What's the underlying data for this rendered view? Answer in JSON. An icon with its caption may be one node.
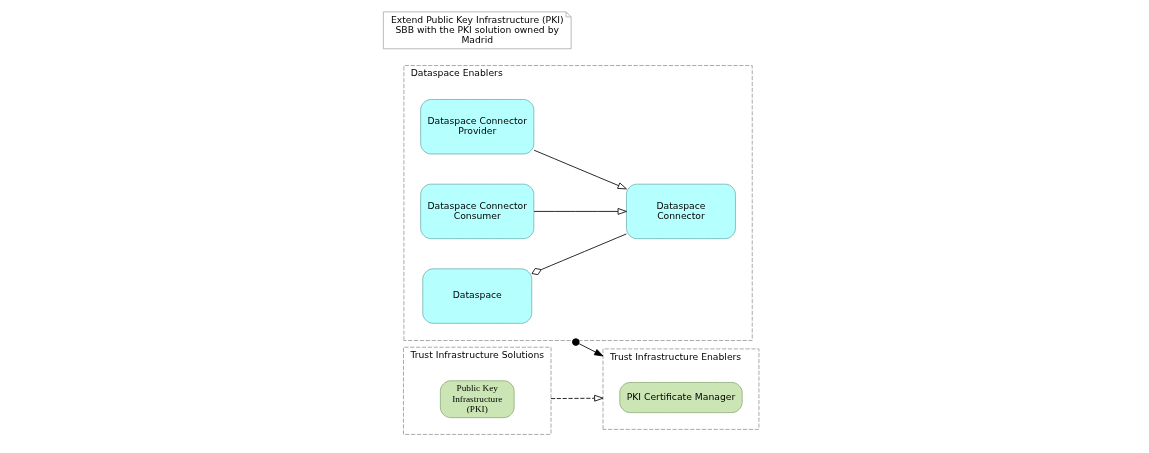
{
  "diagram": {
    "nodes": [
      {
        "text": [
          "Trust Infrastructure Enablers"
        ]
      },
      {
        "text": [
          "PKI Certificate Manager"
        ],
        "in": 0
      },
      {
        "text": [
          "Dataspace Enablers"
        ]
      },
      {
        "text": [
          "Dataspace"
        ],
        "in": 2
      },
      {
        "text": [
          "Dataspace Connector"
        ],
        "in": 2
      },
      {
        "text": [
          "Dataspace Connector Provider"
        ],
        "in": 2
      },
      {
        "text": [
          "Dataspace Connector Consumer"
        ],
        "in": 2
      },
      {
        "text": [
          "Trust Infrastructure Solutions"
        ]
      },
      {
        "text": [
          "Public Key Infrastructure (PKI)"
        ],
        "in": 7
      },
      {
        "text": [
          "Extend Public Key Infrastructure (PKI) SBB with the PKI solution owned by Madrid"
        ]
      }
    ],
    "edges": [
      {
        "from": 2,
        "to": 0,
        "arrow": "to"
      },
      {
        "from": 7,
        "to": 0,
        "arrow": "to",
        "style": "dashed"
      },
      {
        "from": 3,
        "to": 4,
        "arrow": "other"
      },
      {
        "from": 5,
        "to": 4,
        "arrow": "to"
      },
      {
        "from": 6,
        "to": 4,
        "arrow": "to"
      }
    ]
  }
}
